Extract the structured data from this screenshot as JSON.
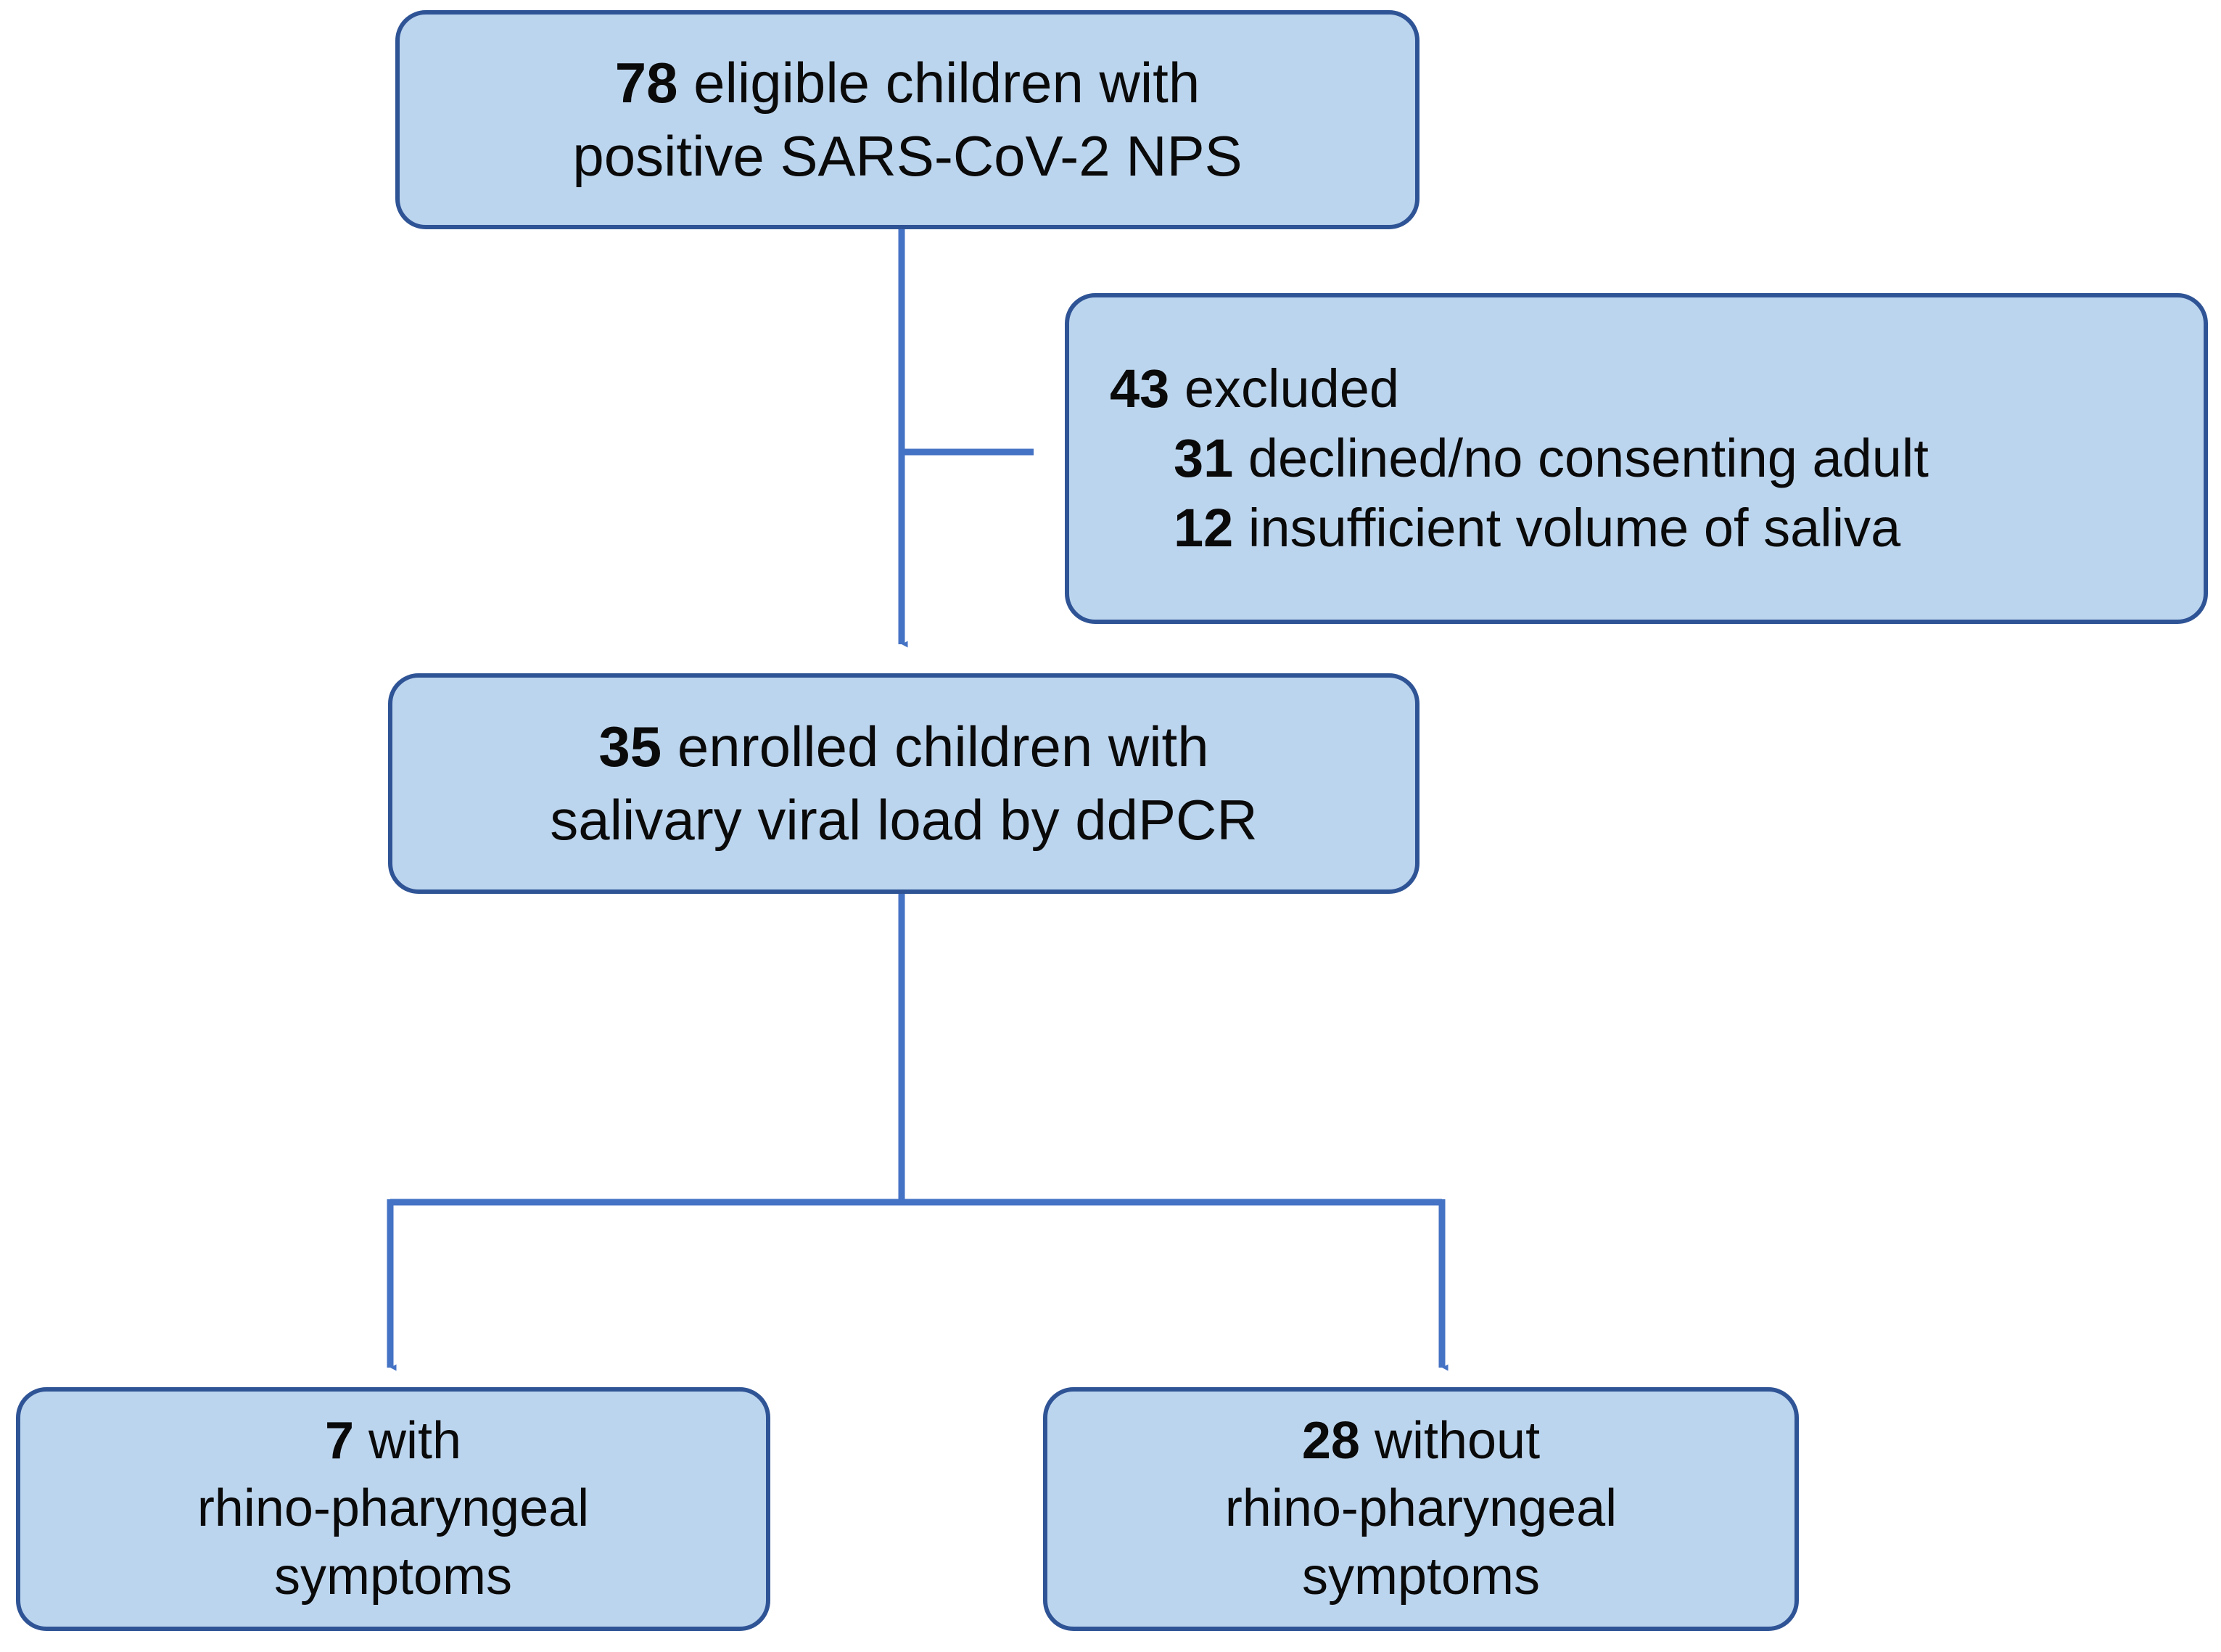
{
  "diagram": {
    "title": "Study enrollment flow diagram",
    "colors": {
      "node_fill": "#BCD5EE",
      "node_border": "#2F5496",
      "connector": "#4472C4",
      "text": "#0A0A0A"
    },
    "nodes": {
      "eligible": {
        "id": "eligible",
        "count": "78",
        "line1_rest": " eligible children with",
        "line2": "positive SARS-CoV-2 NPS"
      },
      "excluded": {
        "id": "excluded",
        "count": "43",
        "label": " excluded",
        "reasons": [
          {
            "count": "31",
            "text": " declined/no consenting adult"
          },
          {
            "count": "12",
            "text": " insufficient volume of saliva"
          }
        ]
      },
      "enrolled": {
        "id": "enrolled",
        "count": "35",
        "line1_rest": " enrolled children with",
        "line2": "salivary viral load by ddPCR"
      },
      "with_symptoms": {
        "id": "with-symptoms",
        "count": "7",
        "line1_rest": " with",
        "line2": "rhino-pharyngeal",
        "line3": "symptoms"
      },
      "without_symptoms": {
        "id": "without-symptoms",
        "count": "28",
        "line1_rest": " without",
        "line2": "rhino-pharyngeal",
        "line3": "symptoms"
      }
    },
    "connectors": [
      {
        "name": "eligible-to-enrolled",
        "from": "eligible",
        "to": "enrolled",
        "arrow": true
      },
      {
        "name": "eligible-to-excluded",
        "from": "eligible",
        "to": "excluded",
        "arrow": true
      },
      {
        "name": "enrolled-to-with-symptoms",
        "from": "enrolled",
        "to": "with_symptoms",
        "arrow": true
      },
      {
        "name": "enrolled-to-without-symptoms",
        "from": "enrolled",
        "to": "without_symptoms",
        "arrow": true
      }
    ]
  },
  "chart_data": {
    "type": "diagram",
    "title": "Study enrollment flow diagram",
    "nodes": [
      {
        "id": "eligible",
        "label": "78 eligible children with positive SARS-CoV-2 NPS",
        "value": 78
      },
      {
        "id": "excluded",
        "label": "43 excluded: 31 declined/no consenting adult; 12 insufficient volume of saliva",
        "value": 43
      },
      {
        "id": "enrolled",
        "label": "35 enrolled children with salivary viral load by ddPCR",
        "value": 35
      },
      {
        "id": "with_symptoms",
        "label": "7 with rhino-pharyngeal symptoms",
        "value": 7
      },
      {
        "id": "without_symptoms",
        "label": "28 without rhino-pharyngeal symptoms",
        "value": 28
      }
    ],
    "edges": [
      {
        "from": "eligible",
        "to": "excluded"
      },
      {
        "from": "eligible",
        "to": "enrolled"
      },
      {
        "from": "enrolled",
        "to": "with_symptoms"
      },
      {
        "from": "enrolled",
        "to": "without_symptoms"
      }
    ]
  }
}
